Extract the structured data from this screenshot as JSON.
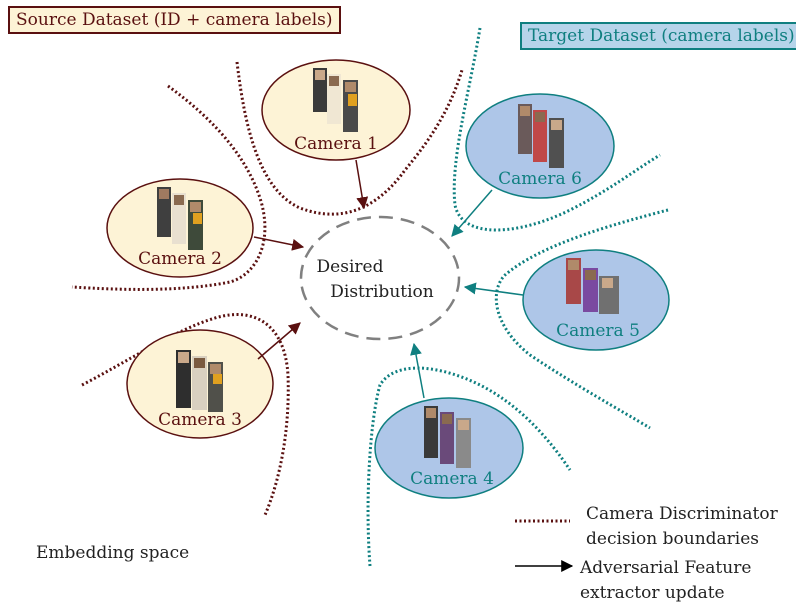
{
  "source_label": "Source Dataset (ID + camera labels)",
  "target_label": "Target Dataset (camera labels)",
  "center": {
    "line1": "Desired",
    "line2": "Distribution"
  },
  "source_cameras": [
    "Camera 1",
    "Camera 2",
    "Camera 3"
  ],
  "target_cameras": [
    "Camera 6",
    "Camera 5",
    "Camera 4"
  ],
  "embedding_label": "Embedding space",
  "legend": {
    "boundary_line1": "Camera Discriminator",
    "boundary_line2": "decision boundaries",
    "arrow_line1": "Adversarial Feature",
    "arrow_line2": "extractor update"
  },
  "colors": {
    "source_stroke": "#5a1010",
    "source_fill": "#fdf3d6",
    "target_stroke": "#0f7f80",
    "target_fill": "#aec6e8",
    "center_dash": "#808080",
    "text": "#222222"
  }
}
